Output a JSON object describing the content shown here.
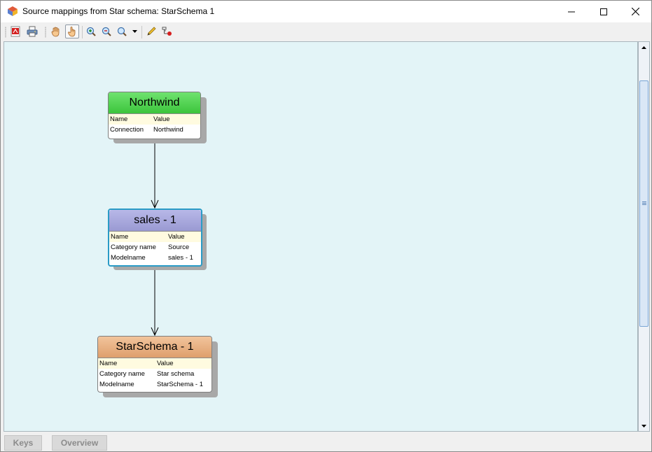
{
  "window": {
    "title": "Source mappings from Star schema: StarSchema 1"
  },
  "toolbar": {
    "buttons": [
      {
        "name": "export-pdf",
        "icon": "pdf-icon"
      },
      {
        "name": "print",
        "icon": "printer-icon"
      },
      {
        "name": "pan-hand",
        "icon": "hand-icon"
      },
      {
        "name": "select-hand",
        "icon": "pointing-hand-icon",
        "pressed": true
      },
      {
        "name": "zoom-in",
        "icon": "zoom-in-icon"
      },
      {
        "name": "zoom-out",
        "icon": "zoom-out-icon"
      },
      {
        "name": "zoom",
        "icon": "magnifier-icon"
      },
      {
        "name": "edit",
        "icon": "pencil-icon"
      },
      {
        "name": "layout",
        "icon": "tree-layout-icon"
      }
    ]
  },
  "diagram": {
    "nodes": [
      {
        "title": "Northwind",
        "header_color": "#4cd24c",
        "columns": [
          "Name",
          "Value"
        ],
        "rows": [
          [
            "Connection",
            "Northwind"
          ]
        ]
      },
      {
        "title": "sales - 1",
        "header_color": "#a4a4db",
        "selected": true,
        "columns": [
          "Name",
          "Value"
        ],
        "rows": [
          [
            "Category name",
            "Source"
          ],
          [
            "Modelname",
            "sales - 1"
          ]
        ]
      },
      {
        "title": "StarSchema - 1",
        "header_color": "#e8b183",
        "columns": [
          "Name",
          "Value"
        ],
        "rows": [
          [
            "Category name",
            "Star schema"
          ],
          [
            "Modelname",
            "StarSchema - 1"
          ]
        ]
      }
    ]
  },
  "tabs": [
    {
      "label": "Keys"
    },
    {
      "label": "Overview"
    }
  ]
}
